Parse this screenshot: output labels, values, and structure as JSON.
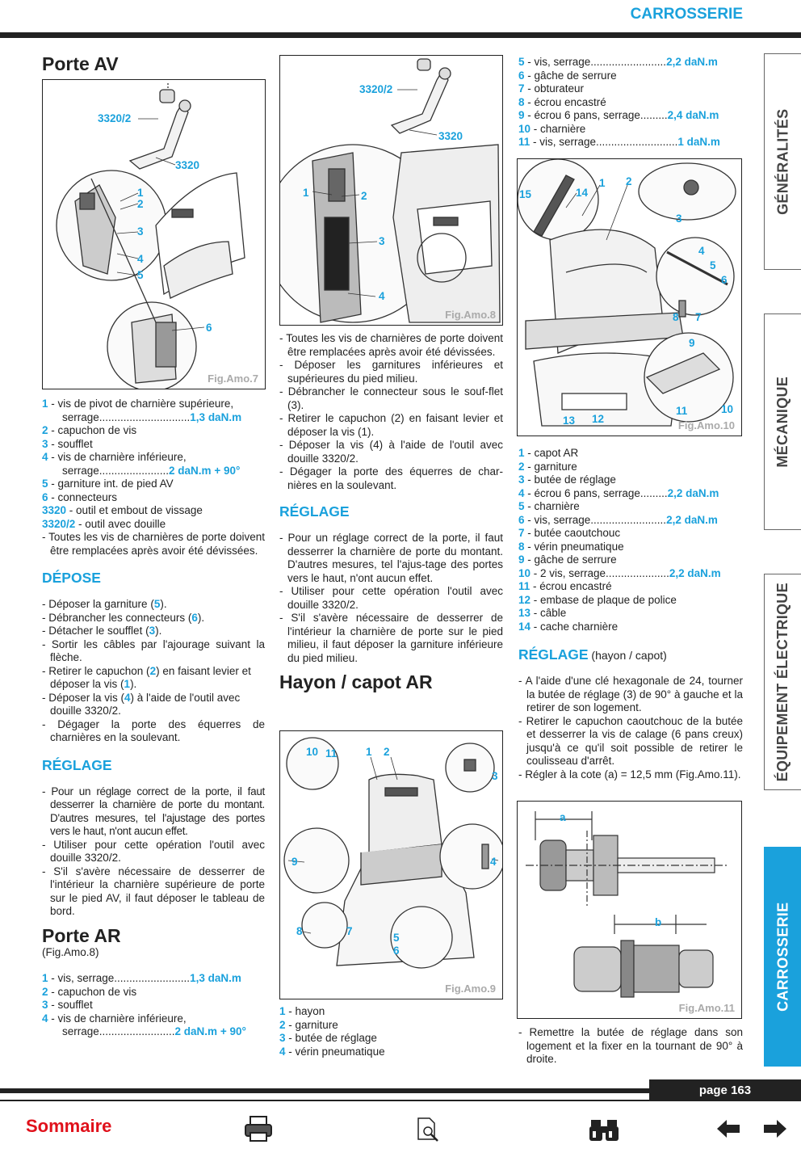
{
  "header": {
    "section": "CARROSSERIE"
  },
  "tabs": [
    "GÉNÉRALITÉS",
    "MÉCANIQUE",
    "ÉQUIPEMENT ÉLECTRIQUE",
    "CARROSSERIE"
  ],
  "footer": {
    "page": "page 163",
    "sommaire": "Sommaire"
  },
  "icons": [
    "printer-icon",
    "search-document-icon",
    "binoculars-icon",
    "arrow-left-icon",
    "arrow-right-icon"
  ],
  "colors": {
    "accent": "#1aa1dc",
    "red": "#e0111b",
    "dark": "#222222"
  },
  "col1": {
    "title_av": "Porte AV",
    "fig7": {
      "caption": "Fig.Amo.7",
      "labels": [
        "3320/2",
        "3320",
        "1",
        "2",
        "3",
        "4",
        "5",
        "6"
      ]
    },
    "legend_av": [
      {
        "n": "1",
        "t": " - vis de pivot de charnière supérieure,",
        "t2": "serrage..............................",
        "v": "1,3 daN.m"
      },
      {
        "n": "2",
        "t": " - capuchon de vis"
      },
      {
        "n": "3",
        "t": " - soufflet"
      },
      {
        "n": "4",
        "t": " - vis de charnière inférieure,",
        "t2": "serrage.......................",
        "v": "2 daN.m + 90°"
      },
      {
        "n": "5",
        "t": " - garniture int. de pied AV"
      },
      {
        "n": "6",
        "t": " - connecteurs"
      },
      {
        "n": "3320",
        "t": " - outil et embout de vissage"
      },
      {
        "n": "3320/2",
        "t": " - outil avec douille"
      }
    ],
    "note_av": "- Toutes les vis de charnières de porte doivent être remplacées après avoir été dévissées.",
    "depose_title": "DÉPOSE",
    "depose": [
      [
        "- Déposer la garniture (",
        "5",
        "). "
      ],
      [
        "- Débrancher les connecteurs (",
        "6",
        ")."
      ],
      [
        "- Détacher le soufflet (",
        "3",
        ")."
      ],
      [
        "- Sortir les câbles par l'ajourage suivant la flèche.",
        "",
        ""
      ],
      [
        "- Retirer le capuchon (",
        "2",
        ") en faisant levier et déposer la vis (",
        "1",
        ")."
      ],
      [
        "- Déposer la vis (",
        "4",
        ") à l'aide de l'outil avec douille 3320/2."
      ],
      [
        "- Dégager la porte des équerres de charnières en la soulevant.",
        "",
        ""
      ]
    ],
    "reglage_title": "RÉGLAGE",
    "reglage": [
      "- Pour un réglage correct de la porte, il faut desserrer la charnière de porte du  montant. D'autres mesures, tel l'ajustage des portes vers le haut, n'ont aucun effet.",
      "- Utiliser pour cette opération l'outil avec douille 3320/2.",
      "- S'il s'avère nécessaire de desserrer de l'intérieur la charnière supérieure de porte sur le pied AV, il faut déposer le tableau de bord."
    ],
    "title_ar": "Porte AR",
    "sub_ar": "(Fig.Amo.8)",
    "legend_ar": [
      {
        "n": "1",
        "t": " - vis, serrage.........................",
        "v": "1,3 daN.m"
      },
      {
        "n": "2",
        "t": " - capuchon de vis"
      },
      {
        "n": "3",
        "t": " - soufflet"
      },
      {
        "n": "4",
        "t": " - vis de charnière inférieure,",
        "t2": "serrage.........................",
        "v": "2 daN.m + 90°"
      }
    ]
  },
  "col2": {
    "fig8": {
      "caption": "Fig.Amo.8",
      "labels": [
        "3320/2",
        "3320",
        "1",
        "2",
        "3",
        "4"
      ]
    },
    "steps": [
      "- Toutes les vis de charnières de porte doivent être remplacées après avoir été dévissées.",
      "- Déposer les garnitures inférieures et supérieures du pied milieu.",
      "- Débrancher le connecteur sous le souf-flet (3).",
      "- Retirer le capuchon (2) en faisant levier et déposer la vis (1).",
      "- Déposer la vis (4) à l'aide de l'outil avec douille 3320/2.",
      "- Dégager la porte des équerres de char-nières en la soulevant."
    ],
    "reglage_title": "RÉGLAGE",
    "reglage": [
      "- Pour un réglage correct de la porte, il faut desserrer la charnière de porte du montant. D'autres mesures, tel l'ajus-tage des portes vers le haut, n'ont aucun effet.",
      "- Utiliser pour cette opération l'outil avec douille 3320/2.",
      "- S'il s'avère nécessaire de desserrer de l'intérieur la charnière de porte sur le pied milieu, il faut déposer la garniture inférieure du pied milieu."
    ],
    "title_hayon": "Hayon / capot AR",
    "fig9": {
      "caption": "Fig.Amo.9",
      "labels": [
        "10",
        "11",
        "1",
        "2",
        "3",
        "4",
        "9",
        "8",
        "7",
        "5",
        "6"
      ]
    },
    "legend": [
      {
        "n": "1",
        "t": " - hayon"
      },
      {
        "n": "2",
        "t": " - garniture"
      },
      {
        "n": "3",
        "t": " - butée de réglage"
      },
      {
        "n": "4",
        "t": " - vérin pneumatique"
      }
    ]
  },
  "col3": {
    "legend_top": [
      {
        "n": "5",
        "t": " - vis, serrage.........................",
        "v": "2,2 daN.m"
      },
      {
        "n": "6",
        "t": " - gâche de serrure"
      },
      {
        "n": "7",
        "t": " - obturateur"
      },
      {
        "n": "8",
        "t": " - écrou encastré"
      },
      {
        "n": "9",
        "t": " - écrou 6 pans, serrage.........",
        "v": "2,4 daN.m"
      },
      {
        "n": "10",
        "t": " - charnière"
      },
      {
        "n": "11",
        "t": " - vis, serrage...........................",
        "v": "1 daN.m"
      }
    ],
    "fig10": {
      "caption": "Fig.Amo.10",
      "labels": [
        "15",
        "14",
        "1",
        "2",
        "3",
        "4",
        "5",
        "6",
        "8",
        "7",
        "9",
        "11",
        "10",
        "13",
        "12"
      ]
    },
    "legend_mid": [
      {
        "n": "1",
        "t": " - capot AR"
      },
      {
        "n": "2",
        "t": " - garniture"
      },
      {
        "n": "3",
        "t": " - butée de réglage"
      },
      {
        "n": "4",
        "t": " - écrou 6 pans, serrage.........",
        "v": "2,2 daN.m"
      },
      {
        "n": "5",
        "t": " - charnière"
      },
      {
        "n": "6",
        "t": " - vis, serrage.........................",
        "v": "2,2 daN.m"
      },
      {
        "n": "7",
        "t": " - butée caoutchouc"
      },
      {
        "n": "8",
        "t": " - vérin pneumatique"
      },
      {
        "n": "9",
        "t": " - gâche de serrure"
      },
      {
        "n": "10",
        "t": " - 2 vis, serrage.....................",
        "v": "2,2 daN.m"
      },
      {
        "n": "11",
        "t": " - écrou encastré"
      },
      {
        "n": "12",
        "t": " - embase de plaque de police"
      },
      {
        "n": "13",
        "t": " - câble"
      },
      {
        "n": "14",
        "t": " - cache charnière"
      }
    ],
    "reglage_title": "RÉGLAGE",
    "reglage_sub": " (hayon / capot)",
    "reglage": [
      "- A l'aide d'une clé hexagonale de 24, tourner la butée de réglage (3) de 90° à gauche et la retirer de son logement.",
      "- Retirer le capuchon caoutchouc de la butée et desserrer la vis de calage (6 pans creux) jusqu'à ce qu'il soit possible de retirer le coulisseau d'arrêt.",
      "- Régler à la cote (a) = 12,5 mm (Fig.Amo.11)."
    ],
    "fig11": {
      "caption": "Fig.Amo.11",
      "labels": [
        "a",
        "b"
      ]
    },
    "final": "- Remettre la butée de réglage dans son logement et la fixer en la tournant de 90° à droite."
  }
}
